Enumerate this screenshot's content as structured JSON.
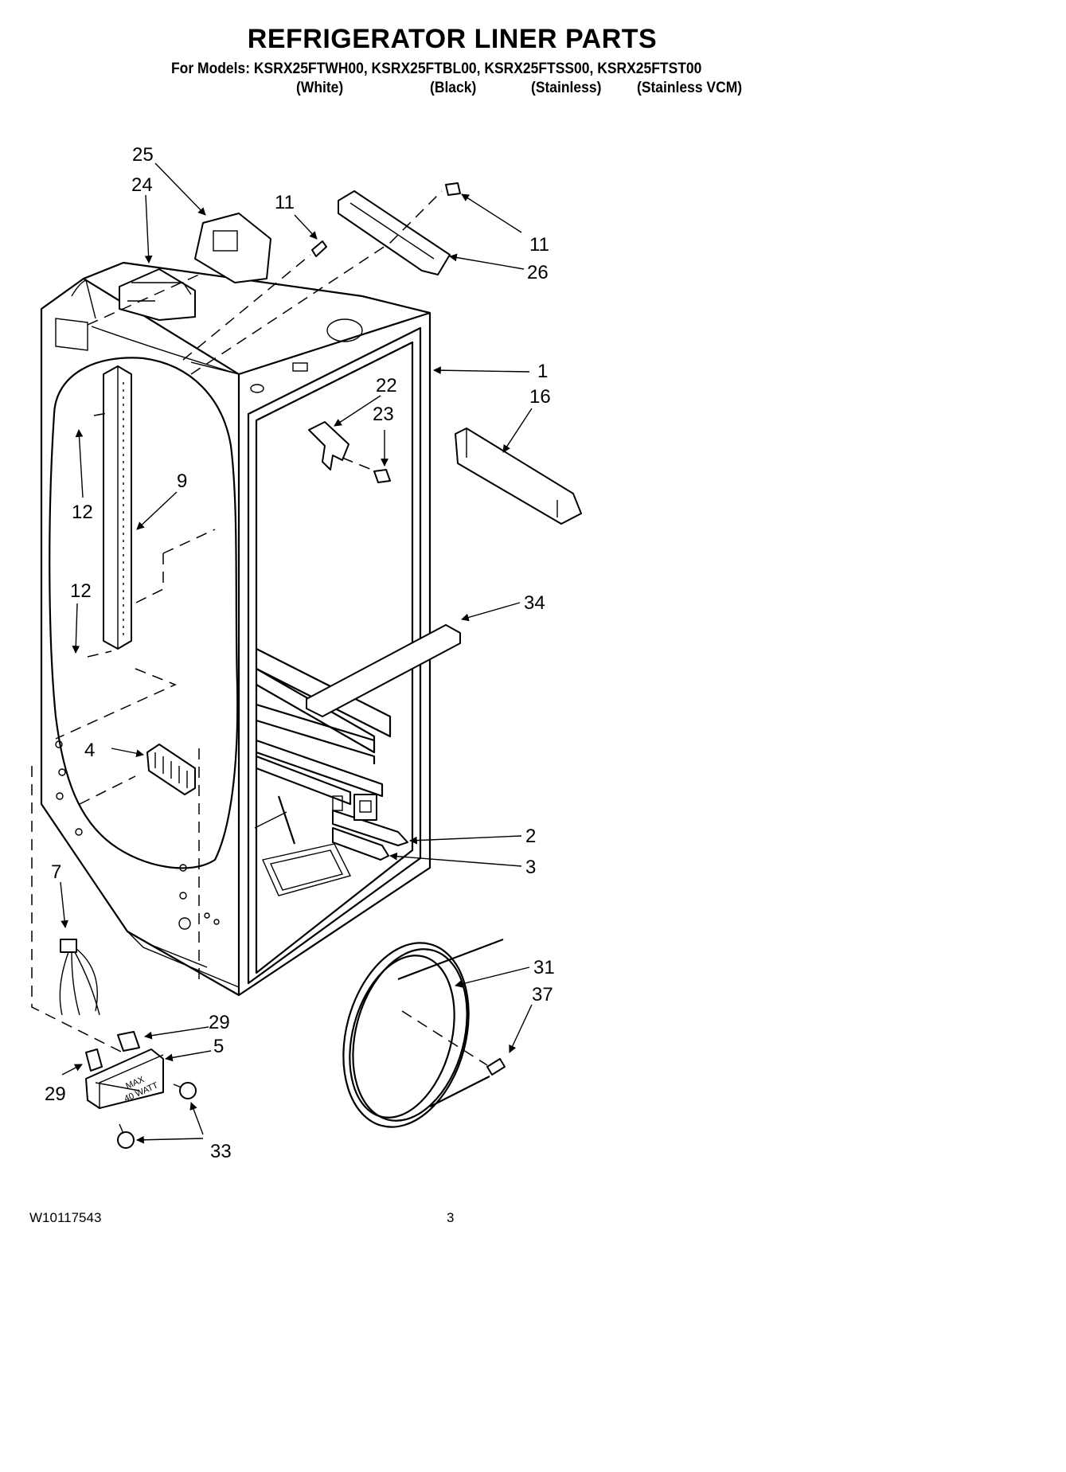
{
  "header": {
    "title": "REFRIGERATOR LINER PARTS",
    "models_line": "For Models: KSRX25FTWH00, KSRX25FTBL00, KSRX25FTSS00, KSRX25FTST00",
    "colors": [
      "(White)",
      "(Black)",
      "(Stainless)",
      "(Stainless VCM)"
    ]
  },
  "callouts": [
    "25",
    "24",
    "11",
    "11",
    "26",
    "1",
    "22",
    "23",
    "16",
    "12",
    "9",
    "12",
    "34",
    "4",
    "2",
    "3",
    "7",
    "31",
    "37",
    "29",
    "5",
    "29",
    "33"
  ],
  "footer": {
    "doc_number": "W10117543",
    "page_number": "3"
  }
}
